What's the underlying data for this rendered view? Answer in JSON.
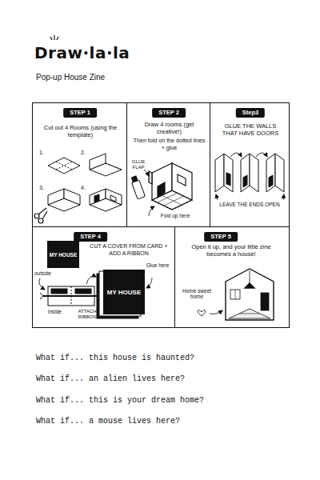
{
  "diagram": {
    "title": "Draw·la·la",
    "nodes": [
      {
        "text": [
          "STEP 1",
          "Cut out 4 Rooms (using the template)"
        ]
      },
      {
        "text": [
          "STEP 2",
          "Draw 4 rooms (get creative!)",
          "Then fold on the dotted lines + glue"
        ]
      },
      {
        "text": [
          "Step3",
          "GLUE THE WALLS THAT HAVE DOORS"
        ]
      },
      {
        "text": [
          "STEP 4",
          "CUT A COVER FROM CARD + ADD A RIBBON"
        ]
      },
      {
        "text": [
          "MY HOUSE"
        ],
        "in": 3
      },
      {
        "text": [
          "MY HOUSE"
        ],
        "in": 3
      },
      {
        "text": [
          "STEP 5",
          "Open it up, and your little zine becomes a house!"
        ]
      }
    ],
    "labels": [
      "Pop-up House Zine",
      "1.",
      "2.",
      "3.",
      "4.",
      "GLUE FLAP",
      "Fold up here",
      "LEAVE THE ENDS OPEN",
      "outside",
      "inside",
      "ATTACH RIBBON",
      "Glue here",
      "Home sweet home",
      "What if... this house is haunted?",
      "What if... an alien lives here?",
      "What if... this is your dream home?",
      "What if... a mouse lives here?"
    ]
  }
}
